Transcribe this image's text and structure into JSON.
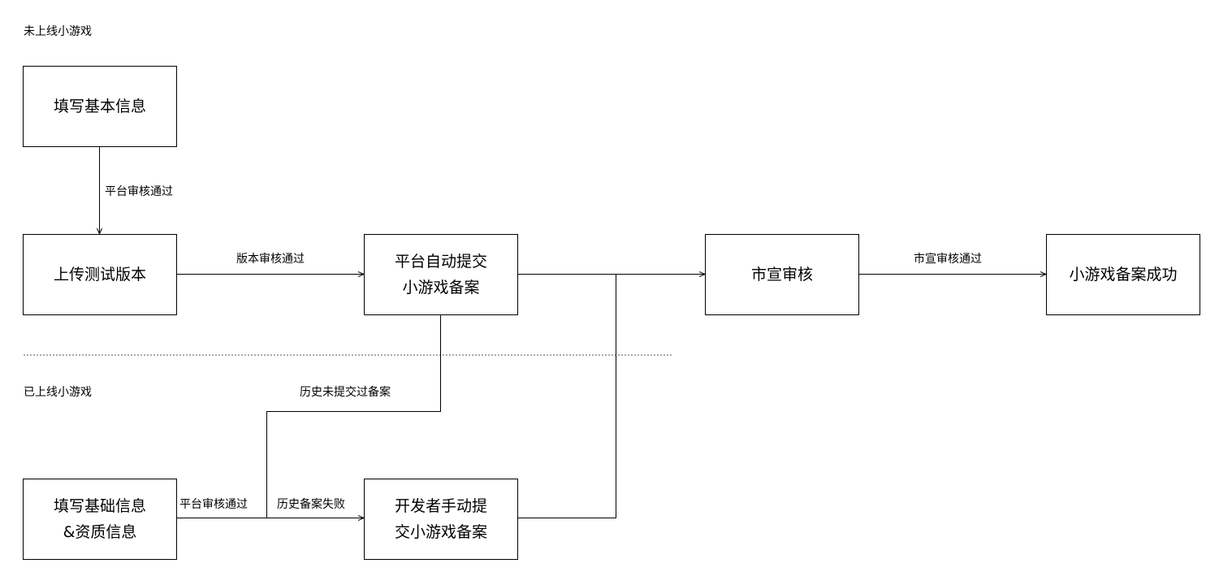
{
  "sections": {
    "new_games": "未上线小游戏",
    "online_games": "已上线小游戏"
  },
  "nodes": {
    "fill_basic_info": "填写基本信息",
    "upload_test_version": "上传测试版本",
    "platform_auto_submit": "平台自动提交\n小游戏备案",
    "city_propaganda_review": "市宣审核",
    "filing_success": "小游戏备案成功",
    "fill_basic_qualification_info": "填写基础信息\n&资质信息",
    "developer_manual_submit": "开发者手动提\n交小游戏备案"
  },
  "edges": {
    "platform_review_passed_top": "平台审核通过",
    "version_review_passed": "版本审核通过",
    "city_review_passed": "市宣审核通过",
    "history_not_submitted": "历史未提交过备案",
    "platform_review_passed_bottom": "平台审核通过",
    "history_filing_failed": "历史备案失败"
  }
}
